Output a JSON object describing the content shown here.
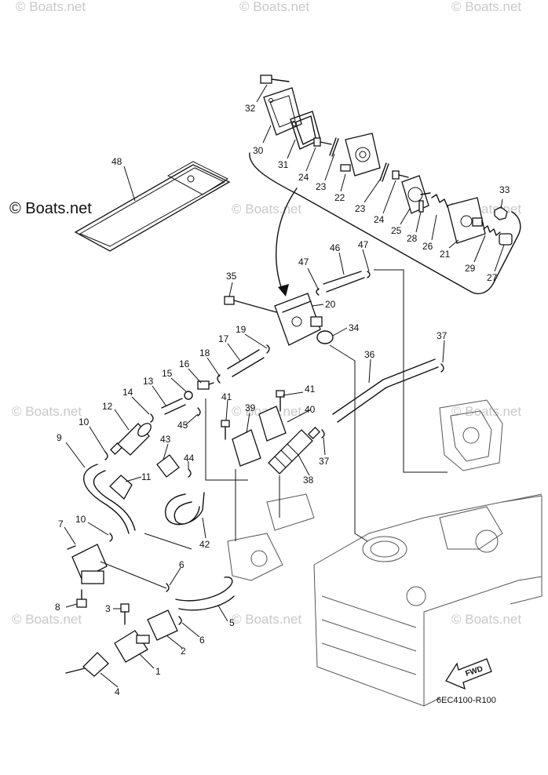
{
  "watermark": "© Boats.net",
  "watermark_main": "© Boats.net",
  "diagram_code": "6EC4100-R100",
  "fwd_label": "FWD",
  "callouts": [
    "1",
    "2",
    "3",
    "4",
    "5",
    "6",
    "7",
    "8",
    "9",
    "10",
    "11",
    "12",
    "13",
    "14",
    "15",
    "16",
    "17",
    "18",
    "19",
    "20",
    "21",
    "22",
    "23",
    "24",
    "25",
    "26",
    "27",
    "28",
    "29",
    "30",
    "31",
    "32",
    "33",
    "34",
    "35",
    "36",
    "37",
    "38",
    "39",
    "40",
    "41",
    "42",
    "43",
    "44",
    "45",
    "46",
    "47",
    "48"
  ],
  "dup_labels": [
    "6",
    "10",
    "23",
    "24",
    "37",
    "41",
    "47"
  ]
}
